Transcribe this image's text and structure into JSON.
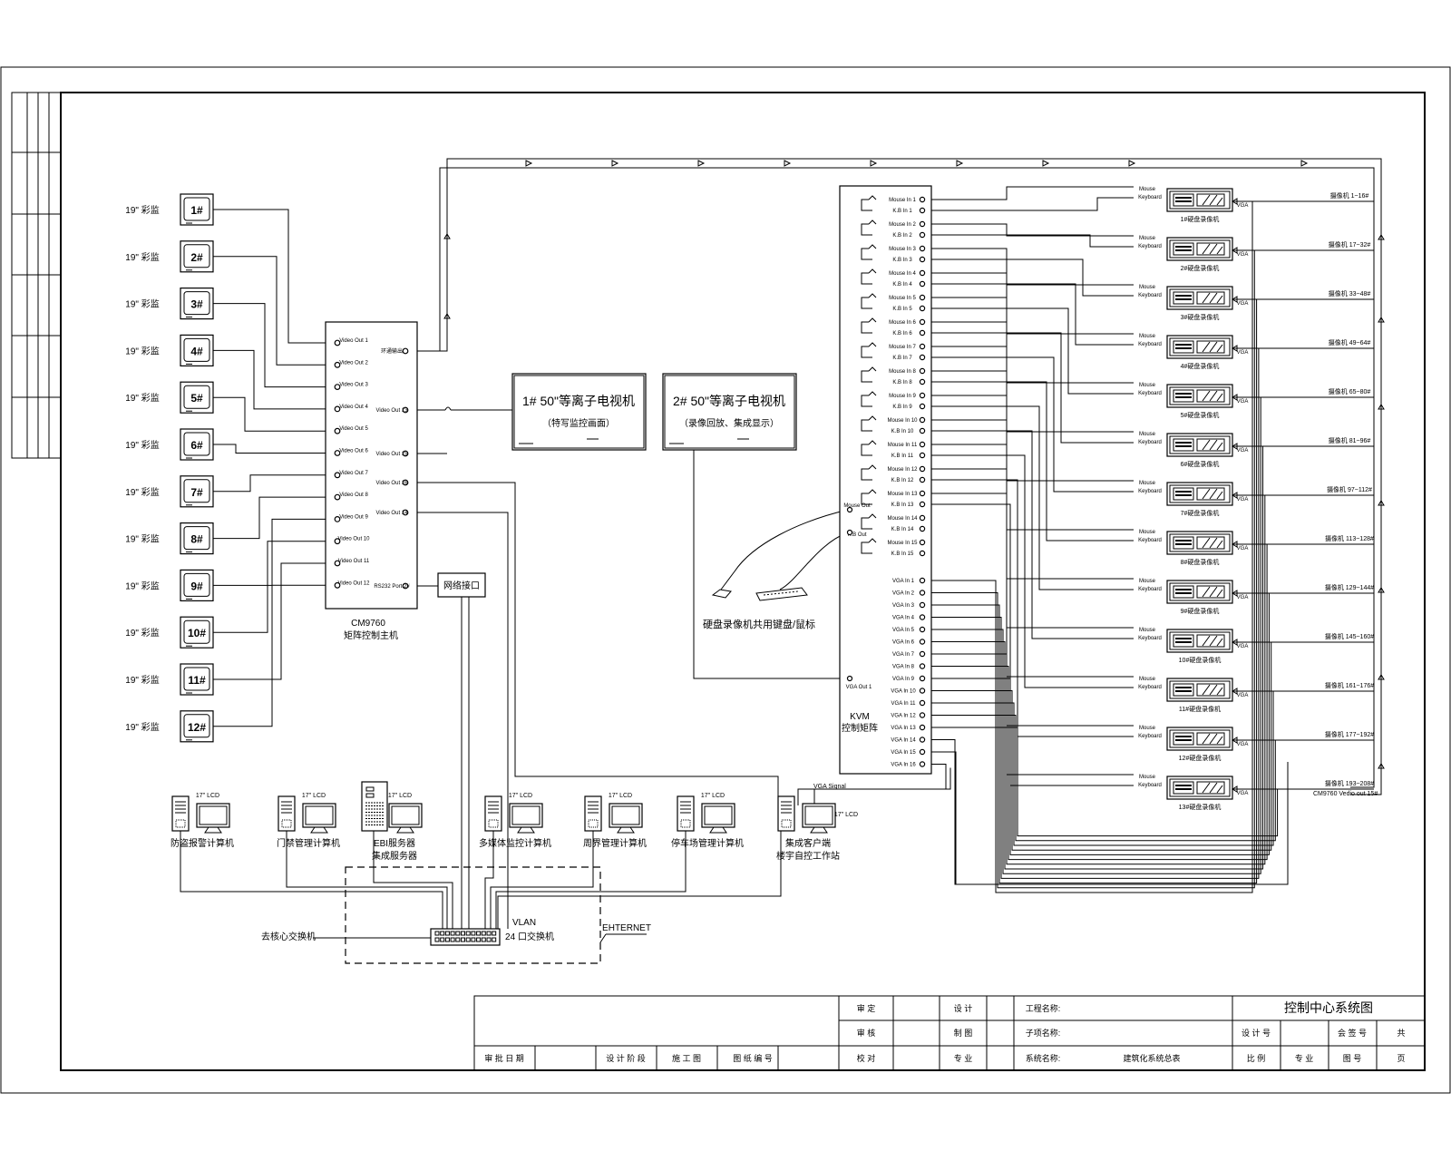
{
  "monitors": {
    "label": "19\" 彩监",
    "ids": [
      "1#",
      "2#",
      "3#",
      "4#",
      "5#",
      "6#",
      "7#",
      "8#",
      "9#",
      "10#",
      "11#",
      "12#"
    ]
  },
  "matrix": {
    "name": "CM9760",
    "caption": "矩阵控制主机",
    "left_ports": [
      "Video Out 1",
      "Video Out 2",
      "Video Out 3",
      "Video Out 4",
      "Video Out 5",
      "Video Out 6",
      "Video Out 7",
      "Video Out 8",
      "Video Out 9",
      "Video Out 10",
      "Video Out 11",
      "Video Out 12"
    ],
    "right_ports": [
      "环通输出",
      "Video Out 13",
      "Video Out 15",
      "Video Out 16",
      "Video Out 14",
      "RS232 Port 2#"
    ]
  },
  "network_port": "网络接口",
  "tv1": {
    "title": "1# 50\"等离子电视机",
    "subtitle": "（特写监控画面）"
  },
  "tv2": {
    "title": "2# 50\"等离子电视机",
    "subtitle": "（录像回放、集成显示）"
  },
  "shared_kbm": "硬盘录像机共用键盘/鼠标",
  "kvm": {
    "name": "KVM",
    "caption": "控制矩阵",
    "mouse_in": [
      "Mouse In 1",
      "Mouse In 2",
      "Mouse In 3",
      "Mouse In 4",
      "Mouse In 5",
      "Mouse In 6",
      "Mouse In 7",
      "Mouse In 8",
      "Mouse In 9",
      "Mouse In 10",
      "Mouse In 11",
      "Mouse In 12",
      "Mouse In 13",
      "Mouse In 14",
      "Mouse In 15"
    ],
    "kb_in": [
      "K.B In 1",
      "K.B In 2",
      "K.B In 3",
      "K.B In 4",
      "K.B In 5",
      "K.B In 6",
      "K.B In 7",
      "K.B In 8",
      "K.B In 9",
      "K.B In 10",
      "K.B In 11",
      "K.B In 12",
      "K.B In 13",
      "K.B In 14",
      "K.B In 15"
    ],
    "vga_in": [
      "VGA In 1",
      "VGA In 2",
      "VGA In 3",
      "VGA In 4",
      "VGA In 5",
      "VGA In 6",
      "VGA In 7",
      "VGA In 8",
      "VGA In 9",
      "VGA In 10",
      "VGA In 11",
      "VGA In 12",
      "VGA In 13",
      "VGA In 14",
      "VGA In 15",
      "VGA In 16"
    ],
    "mouse_out": "Mouse Out",
    "kb_out": "K.B Out",
    "vga_out": "VGA Out 1"
  },
  "dvr": {
    "mouse": "Mouse",
    "keyboard": "Keyboard",
    "vga": "VGA",
    "units": [
      "1#硬盘录像机",
      "2#硬盘录像机",
      "3#硬盘录像机",
      "4#硬盘录像机",
      "5#硬盘录像机",
      "6#硬盘录像机",
      "7#硬盘录像机",
      "8#硬盘录像机",
      "9#硬盘录像机",
      "10#硬盘录像机",
      "11#硬盘录像机",
      "12#硬盘录像机",
      "13#硬盘录像机"
    ],
    "cameras": [
      "摄像机 1~16#",
      "摄像机 17~32#",
      "摄像机 33~48#",
      "摄像机 49~64#",
      "摄像机 65~80#",
      "摄像机 81~96#",
      "摄像机 97~112#",
      "摄像机 113~128#",
      "摄像机 129~144#",
      "摄像机 145~160#",
      "摄像机 161~176#",
      "摄像机 177~192#",
      "摄像机 193~208#"
    ],
    "extra_out": "CM9760 Vedio out 15#"
  },
  "workstations": {
    "lcd": "17\" LCD",
    "items": [
      {
        "label": "防盗报警计算机",
        "label2": ""
      },
      {
        "label": "门禁管理计算机",
        "label2": ""
      },
      {
        "label": "EBI服务器",
        "label2": "集成服务器"
      },
      {
        "label": "多媒体监控计算机",
        "label2": ""
      },
      {
        "label": "周界管理计算机",
        "label2": ""
      },
      {
        "label": "停车场管理计算机",
        "label2": ""
      },
      {
        "label": "集成客户端",
        "label2": "楼宇自控工作站"
      }
    ],
    "vga_signal": "VGA Signal"
  },
  "switch": {
    "vlan": "VLAN",
    "name": "24 口交换机",
    "uplink": "去核心交换机",
    "ethernet": "EHTERNET"
  },
  "title_block": {
    "drawing_title": "控制中心系统图",
    "row1": [
      "审 定",
      "设 计",
      "工程名称:"
    ],
    "row2": [
      "审 核",
      "制 图",
      "子项名称:"
    ],
    "row3": [
      "审 批 日 期",
      "设 计 阶 段",
      "施 工 图",
      "图 纸 编 号",
      "校 对",
      "专 业",
      "系统名称:",
      "建筑化系统总表"
    ],
    "right_row2": [
      "设 计 号",
      "会 签 号",
      "共"
    ],
    "right_row3": [
      "比 例",
      "专 业",
      "图 号",
      "页"
    ]
  }
}
